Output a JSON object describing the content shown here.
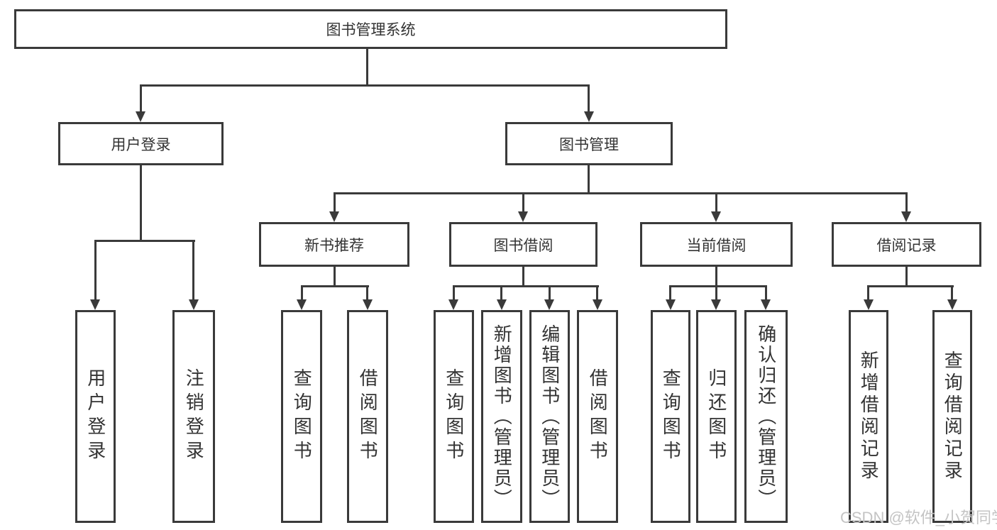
{
  "diagram_title": "图书管理系统",
  "nodes": {
    "root": "图书管理系统",
    "user_login": "用户登录",
    "book_mgmt": "图书管理",
    "login": "用户登录",
    "logout": "注销登录",
    "new_book_rec": "新书推荐",
    "book_borrow": "图书借阅",
    "current_borrow": "当前借阅",
    "borrow_record": "借阅记录",
    "nb_query": "查询图书",
    "nb_borrow": "借阅图书",
    "bb_query": "查询图书",
    "bb_add": "新增图书（管理员）",
    "bb_edit": "编辑图书（管理员）",
    "bb_borrow": "借阅图书",
    "cb_query": "查询图书",
    "cb_return": "归还图书",
    "cb_confirm": "确认归还（管理员）",
    "br_add": "新增借阅记录",
    "br_query": "查询借阅记录"
  },
  "watermark": "CSDN @软件_小贺同学",
  "colors": {
    "line": "#3a3a3a",
    "text": "#333333",
    "watermark": "#c4c4c4",
    "background": "#ffffff"
  }
}
